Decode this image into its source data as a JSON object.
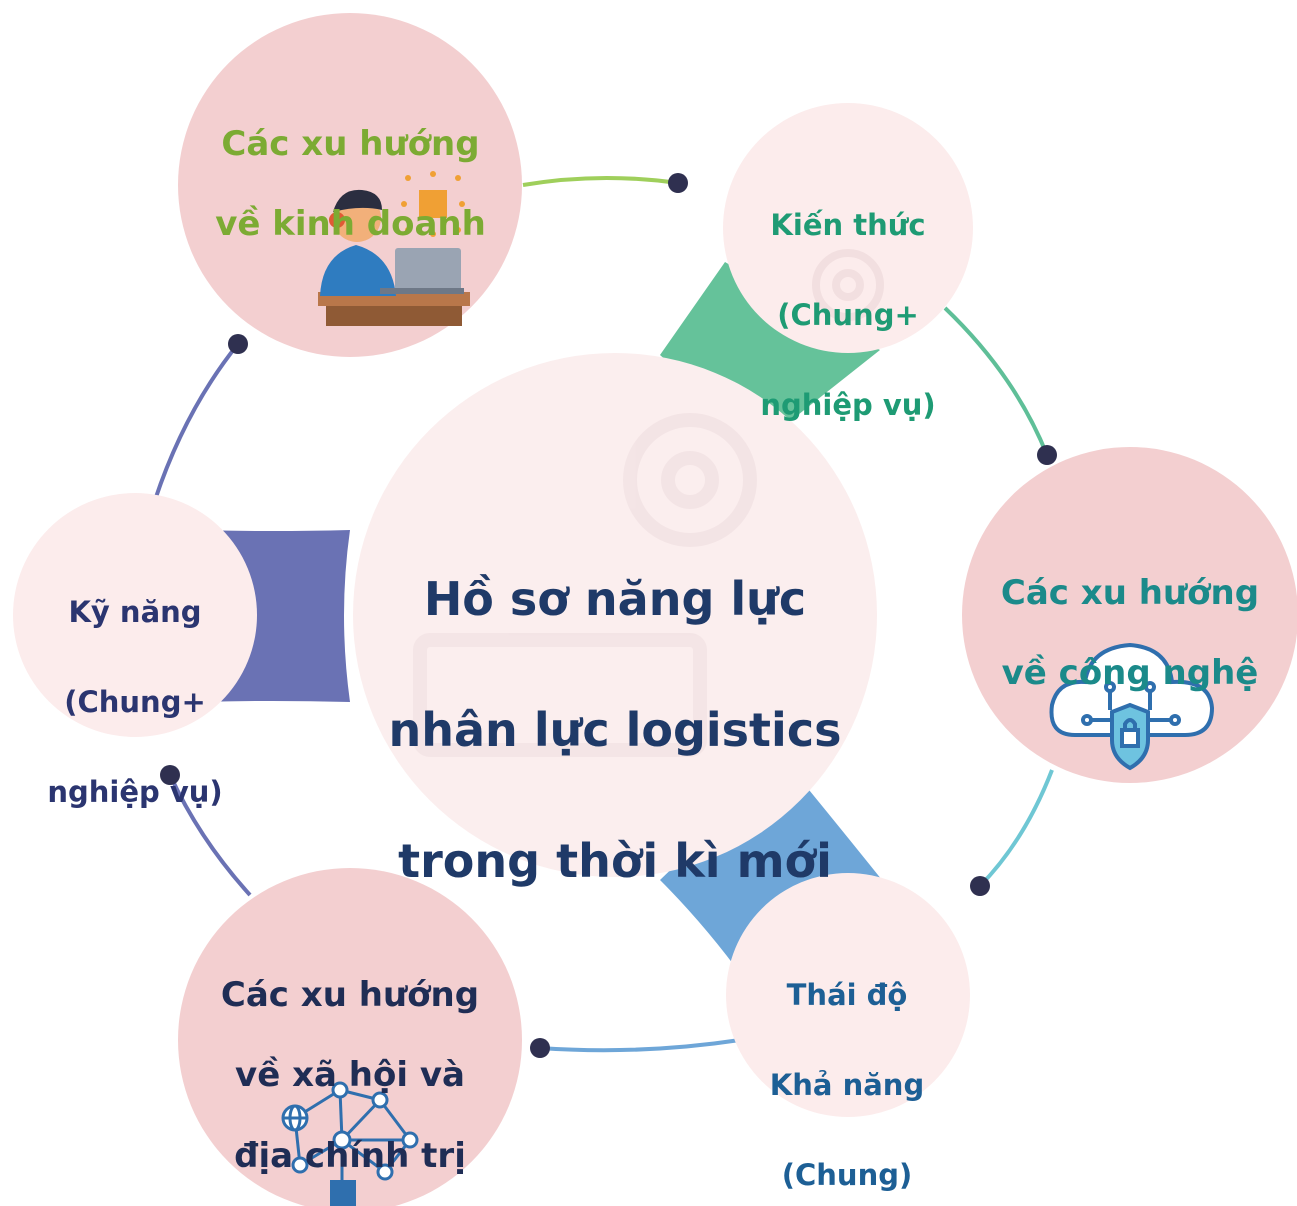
{
  "center": {
    "lines": [
      "Hồ sơ năng lực",
      "nhân lực logistics",
      "trong thời kì mới"
    ],
    "color": "#1f3a68"
  },
  "nodes": {
    "business": {
      "lines": [
        "Các xu hướng",
        "về kinh doanh"
      ],
      "color": "#7cab33",
      "icon": "person-laptop-icon"
    },
    "knowledge": {
      "lines": [
        "Kiến thức",
        "(Chung+",
        "nghiệp vụ)"
      ],
      "color": "#1e9b74",
      "icon": "gear-icon"
    },
    "technology": {
      "lines": [
        "Các xu hướng",
        "về công nghệ"
      ],
      "color": "#1b8a8a",
      "icon": "cloud-security-icon"
    },
    "attitude": {
      "lines": [
        "Thái độ",
        "Khả năng",
        "(Chung)"
      ],
      "color": "#1d5f95",
      "icon": "none"
    },
    "society": {
      "lines": [
        "Các xu hướng",
        "về xã hội và",
        "địa chính trị"
      ],
      "color": "#1f2d55",
      "icon": "network-globe-icon"
    },
    "skills": {
      "lines": [
        "Kỹ năng",
        "(Chung+",
        "nghiệp vụ)"
      ],
      "color": "#2b3570",
      "icon": "none"
    }
  },
  "colors": {
    "big_circle_fill": "#f3cfd0",
    "small_circle_fill": "#fcecec",
    "center_fill": "#fbeeee",
    "connector_green": "#65c29a",
    "connector_blue": "#6ea6d8",
    "connector_navy": "#6a72b4",
    "dot": "#2f3050"
  }
}
